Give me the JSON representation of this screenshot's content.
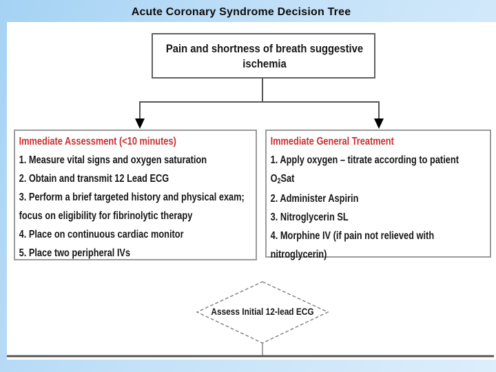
{
  "title": "Acute Coronary Syndrome Decision Tree",
  "colors": {
    "slide_background_blue": "#b9dcf6",
    "content_background": "#ffffff",
    "box_border_gray": "#9a9a9a",
    "top_box_border": "#606060",
    "connector_line": "#555555",
    "arrowhead": "#000000",
    "header_red": "#c92f2f",
    "body_text": "#161616"
  },
  "flowchart": {
    "top_box": {
      "text": "Pain and shortness of breath suggestive ischemia"
    },
    "left_box": {
      "header": "Immediate Assessment (<10 minutes)",
      "lines": [
        "1. Measure vital signs and oxygen saturation",
        "2. Obtain and transmit 12 Lead ECG",
        "3. Perform a brief targeted history and physical exam;",
        "focus on eligibility for fibrinolytic therapy",
        "4. Place on continuous cardiac monitor",
        "5. Place two peripheral IVs"
      ]
    },
    "right_box": {
      "header": "Immediate General Treatment",
      "line1": "1. Apply oxygen – titrate according to patient",
      "line2_pre": "O",
      "line2_sub": "2",
      "line2_post": "Sat",
      "lines": [
        "2. Administer Aspirin",
        "3. Nitroglycerin SL",
        "4. Morphine IV (if pain not relieved with",
        "nitroglycerin)"
      ]
    },
    "decision_diamond": {
      "text": "Assess Initial 12-lead ECG"
    }
  }
}
